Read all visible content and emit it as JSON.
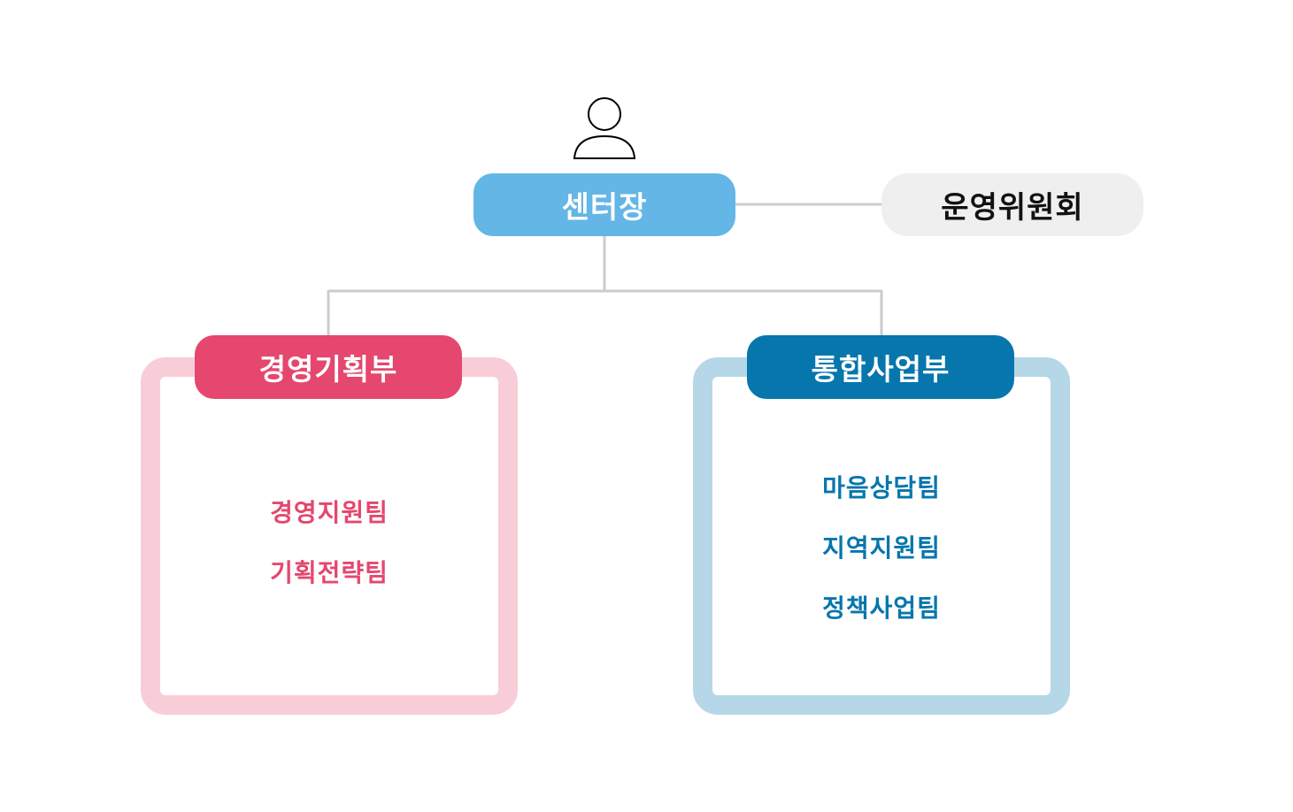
{
  "colors": {
    "director": "#63b6e6",
    "committee": "#efefef",
    "dept_left": "#e5476e",
    "dept_left_border": "#f8cdd7",
    "dept_right": "#0676ad",
    "dept_right_border": "#b5d7e8",
    "connector": "#cccccc"
  },
  "icon": "person-icon",
  "director": {
    "label": "센터장"
  },
  "committee": {
    "label": "운영위원회"
  },
  "departments": [
    {
      "name": "경영기획부",
      "teams": [
        "경영지원팀",
        "기획전략팀"
      ]
    },
    {
      "name": "통합사업부",
      "teams": [
        "마음상담팀",
        "지역지원팀",
        "정책사업팀"
      ]
    }
  ]
}
